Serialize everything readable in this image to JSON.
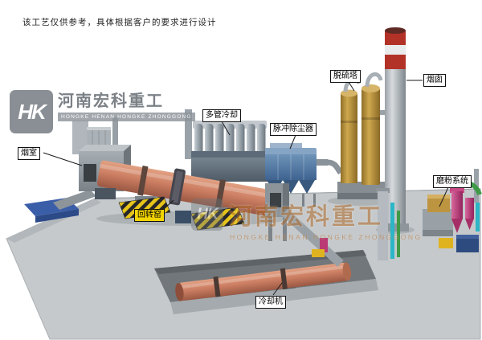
{
  "disclaimer": "该工艺仅供参考，具体根据客户的要求进行设计",
  "watermark": {
    "monogram": "HK",
    "company_cn": "河南宏科重工",
    "company_en": "HONGKE HENAN HONGKE ZHONGGONG"
  },
  "labels": {
    "smoke_chamber": "烟室",
    "rotary_kiln": "回转窑",
    "multi_tube_cooler": "多管冷却",
    "pulse_dust_collector": "脉冲除尘器",
    "desulfurization_tower": "脱硫塔",
    "chimney": "烟囱",
    "grinding_system": "磨粉系统",
    "cooling_machine": "冷却机"
  },
  "colors": {
    "kiln_salmon": "#cd7f63",
    "chimney_band_red": "#b23228",
    "desulfurization_tan": "#cfa84e",
    "dust_collector_blue": "#4e76a0",
    "highlight_label_yellow": "#f2d400",
    "platform_gray": "#c5c9cb",
    "watermark_gray": "#70777d",
    "watermark_orange": "#b06a28"
  }
}
